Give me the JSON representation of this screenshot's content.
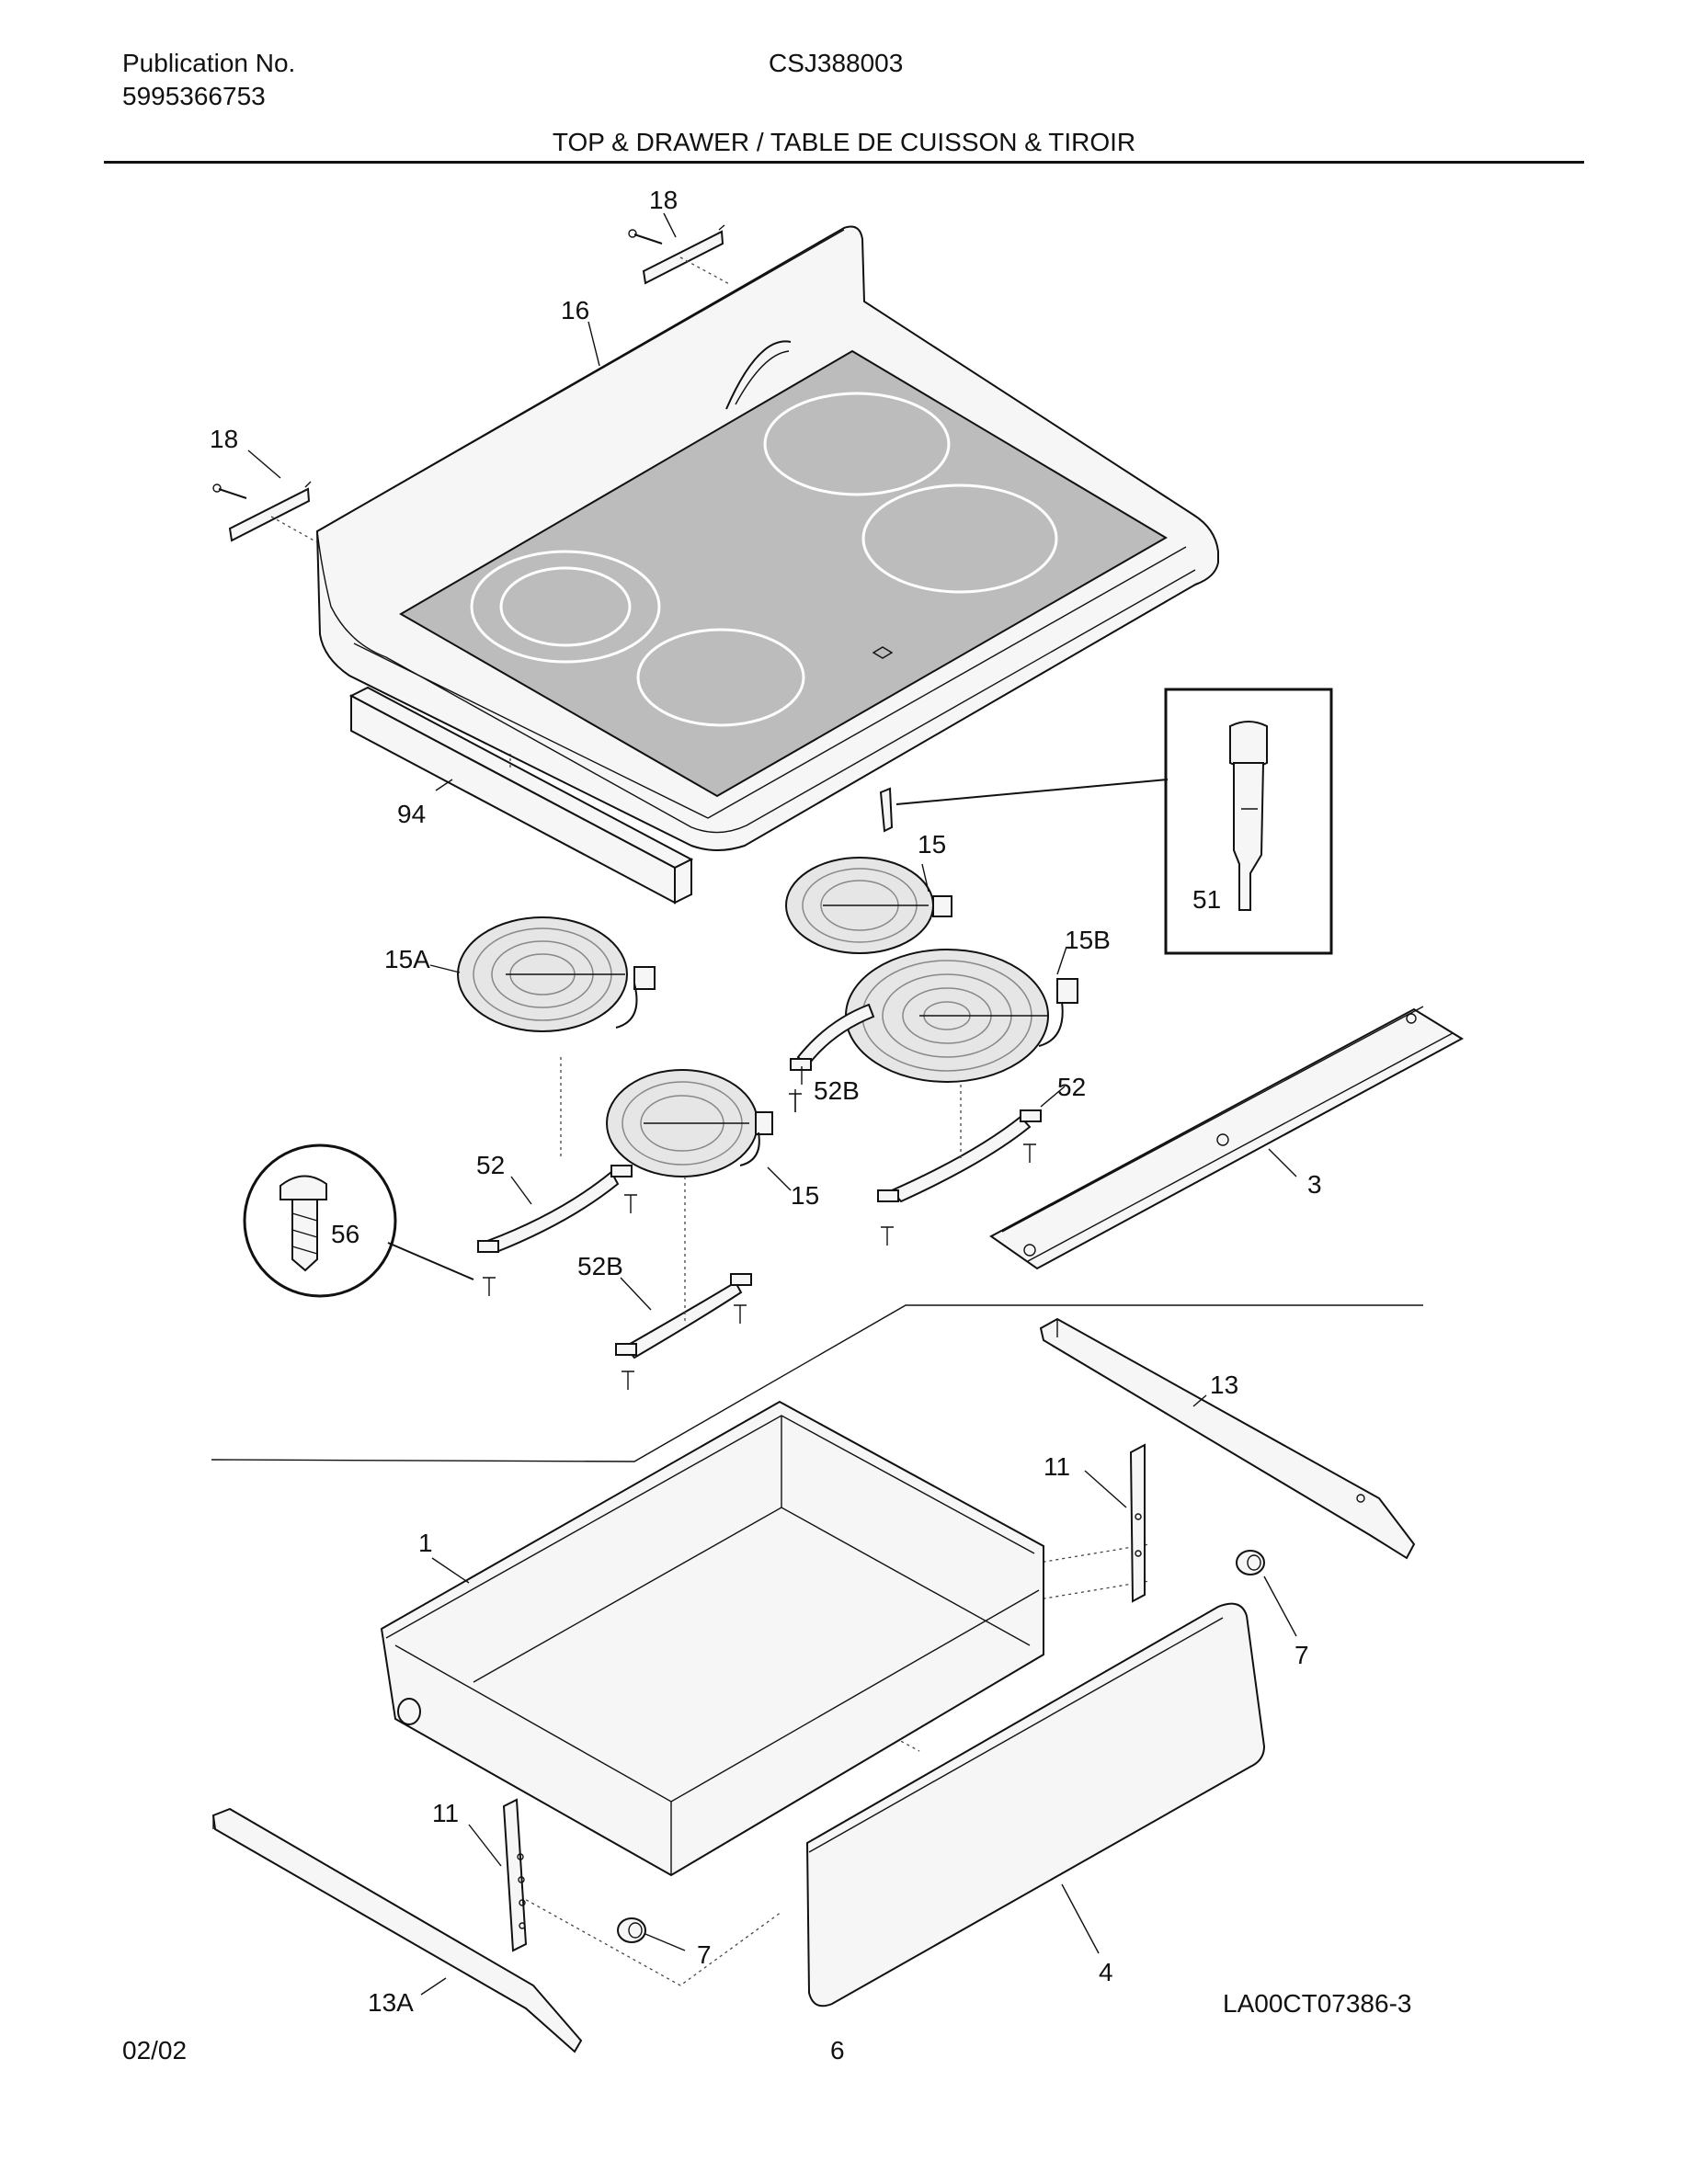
{
  "header": {
    "publication_label": "Publication No.",
    "publication_number": "5995366753",
    "model": "CSJ388003",
    "title": "TOP & DRAWER / TABLE DE CUISSON & TIROIR"
  },
  "callouts": {
    "c1": "1",
    "c3": "3",
    "c4": "4",
    "c7a": "7",
    "c7b": "7",
    "c11a": "11",
    "c11b": "11",
    "c13": "13",
    "c13a": "13A",
    "c15a": "15",
    "c15b": "15",
    "c15A": "15A",
    "c15B": "15B",
    "c16": "16",
    "c18a": "18",
    "c18b": "18",
    "c51": "51",
    "c52a": "52",
    "c52b": "52",
    "c52Ba": "52B",
    "c52Bb": "52B",
    "c56": "56",
    "c94": "94"
  },
  "footer": {
    "date": "02/02",
    "page": "6",
    "reference": "LA00CT07386-3"
  }
}
